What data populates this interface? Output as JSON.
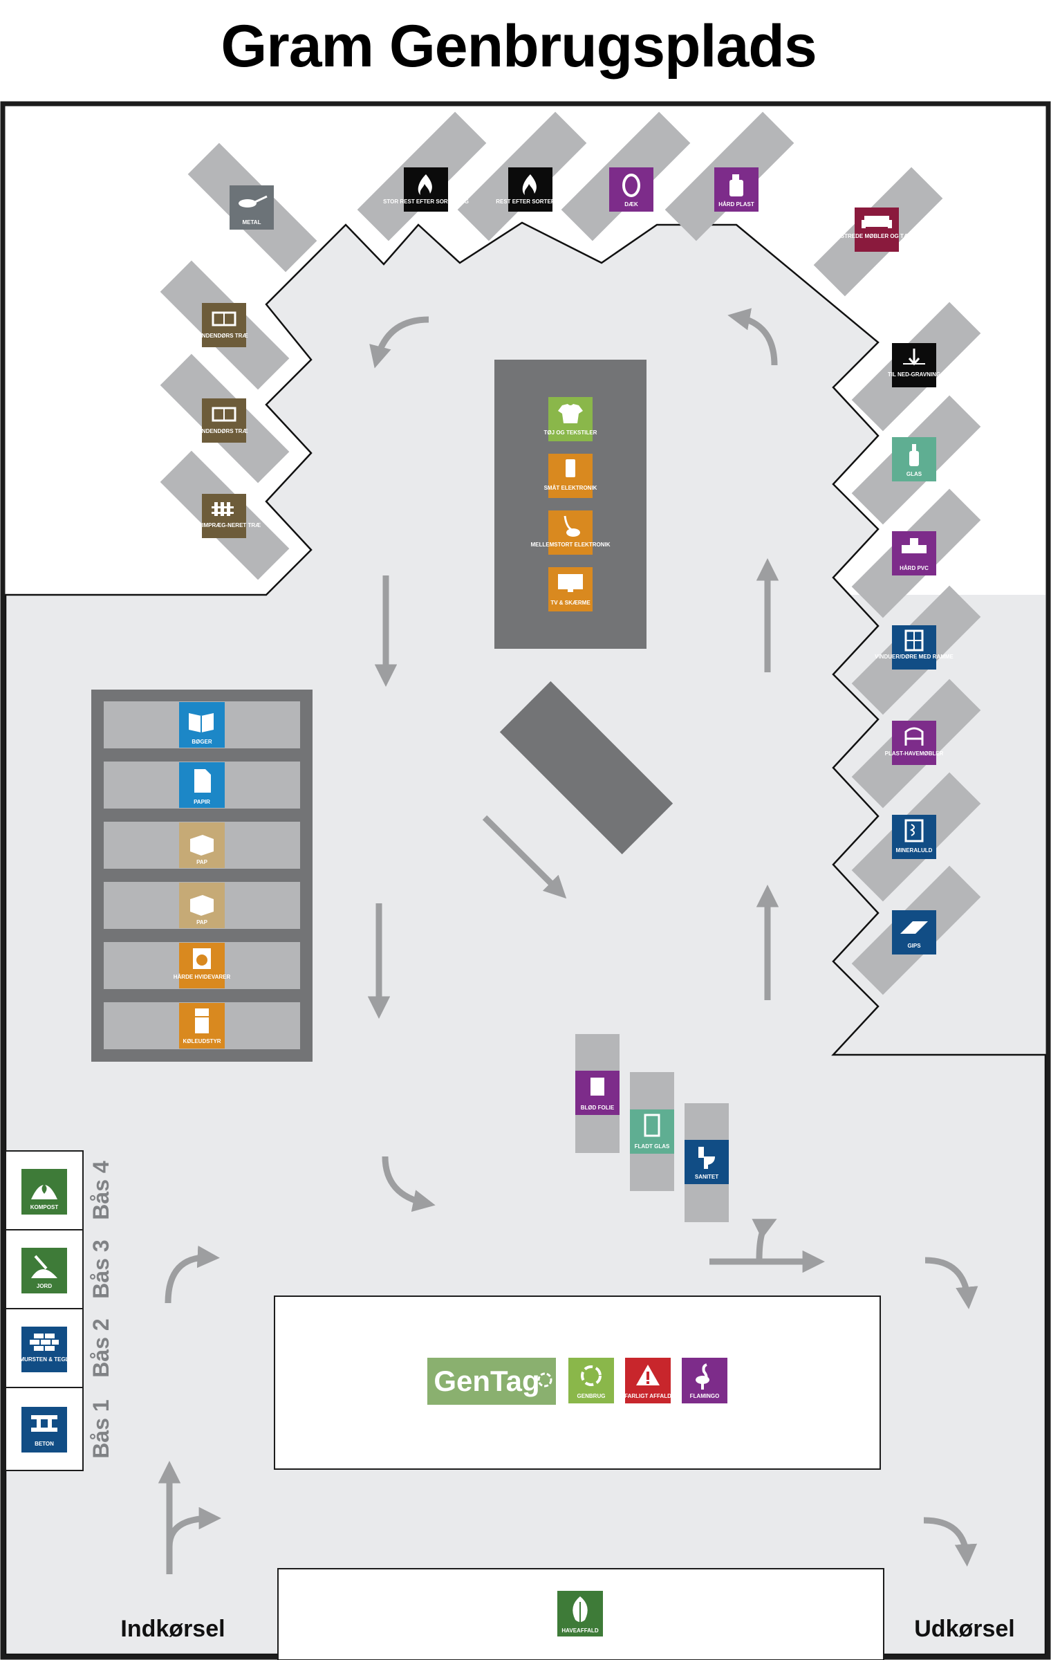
{
  "title": "Gram Genbrugsplads",
  "colors": {
    "yard": "#e9eaec",
    "bay": "#b5b6b8",
    "dark_block": "#737476",
    "arrow": "#9d9ea0",
    "brown": "#6d5c3a",
    "black": "#0b0b0b",
    "purple": "#7d2c8a",
    "maroon": "#8a1a3d",
    "steel": "#6c7378",
    "green_light": "#8ab74a",
    "orange": "#d9891f",
    "blue_light": "#1c87c7",
    "tan": "#c6aa76",
    "teal": "#5fae92",
    "navy": "#114d85",
    "green_dark": "#3e7b38",
    "red": "#c8262c",
    "gentag_green": "#8ab06f"
  },
  "containers": {
    "metal": "METAL",
    "stor_rest": "STOR REST EFTER SORTERING",
    "rest": "REST EFTER SORTERING",
    "daek": "DÆK",
    "haard_plast": "HÅRD PLAST",
    "polstrede": "POLSTREDE MØBLER OG TÆPPER",
    "indendoers_trae_1": "INDENDØRS TRÆ",
    "indendoers_trae_2": "INDENDØRS TRÆ",
    "trykimpraegneret": "TRYKIMPRÆG-NERET TRÆ",
    "til_nedgravning": "TIL NED-GRAVNING",
    "glas": "GLAS",
    "haard_pvc": "HÅRD PVC",
    "vinduer": "VINDUER/DØRE MED RAMME",
    "plast_havemoebler": "PLAST-HAVEMØBLER",
    "mineraluld": "MINERALULD",
    "gips": "GIPS",
    "toej": "TØJ OG TEKSTILER",
    "smaa_elektronik": "SMÅT ELEKTRONIK",
    "mellemstort": "MELLEMSTORT ELEKTRONIK",
    "tv": "TV & SKÆRME",
    "boeger": "BØGER",
    "papir": "PAPIR",
    "pap_1": "PAP",
    "pap_2": "PAP",
    "haarde_hvidevarer": "HÅRDE HVIDEVARER",
    "koeleudstyr": "KØLEUDSTYR",
    "bloed_folie": "BLØD FOLIE",
    "fladt_glas": "FLADT GLAS",
    "sanitet": "SANITET",
    "genbrug": "GENBRUG",
    "farligt_affald": "FARLIGT AFFALD",
    "flamingo": "FLAMINGO",
    "haveaffald": "HAVEAFFALD",
    "kompost": "KOMPOST",
    "jord": "JORD",
    "mursten": "MURSTEN & TEGL",
    "beton": "BETON"
  },
  "booths": {
    "bas4": "Bås 4",
    "bas3": "Bås 3",
    "bas2": "Bås 2",
    "bas1": "Bås 1"
  },
  "gentag_logo": "GenTag",
  "entry": "Indkørsel",
  "exit": "Udkørsel"
}
